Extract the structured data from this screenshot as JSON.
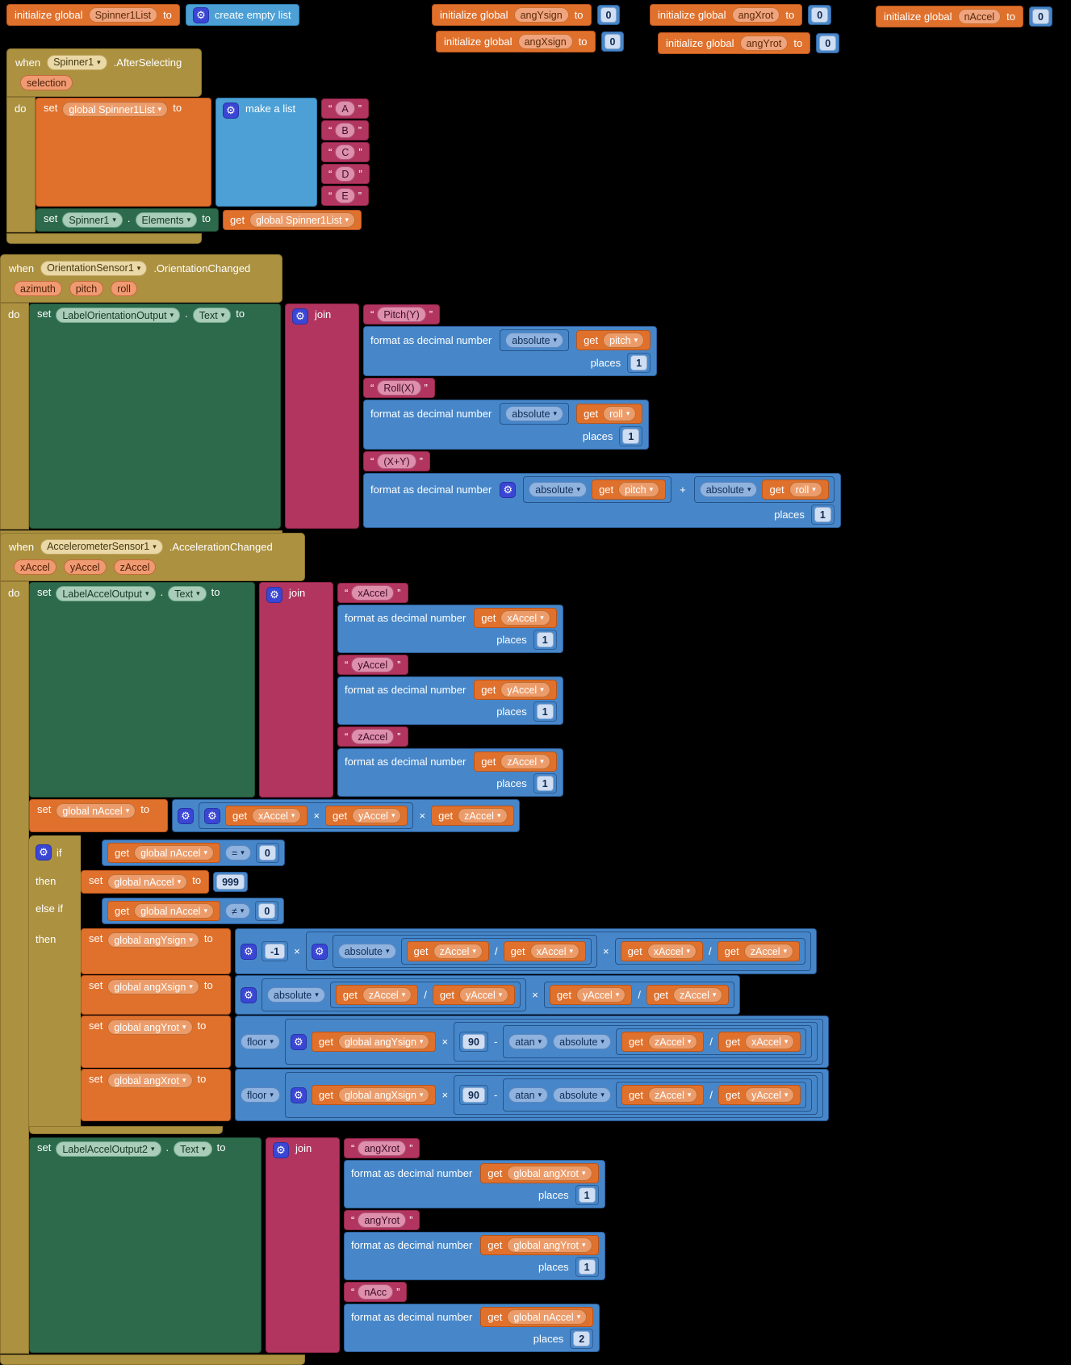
{
  "labels": {
    "initialize_global": "initialize global",
    "to": "to",
    "set": "set",
    "get": "get",
    "when": "when",
    "do": "do",
    "if": "if",
    "then": "then",
    "else_if": "else if",
    "join": "join",
    "make_a_list": "make a list",
    "create_empty_list": "create empty list",
    "format": "format as decimal number",
    "places": "places",
    "absolute": "absolute",
    "floor": "floor",
    "atan": "atan",
    "mul": "×",
    "div": "/",
    "plus": "+",
    "minus": "-",
    "eq": "=",
    "neq": "≠",
    "dot": ".",
    "gear": "⚙",
    "dd": "▾",
    "quote_open": "“",
    "quote_close": "”"
  },
  "colors": {
    "canvas": "#000000",
    "event_gold": "#AC9140",
    "variable_orange": "#E0712D",
    "setter_green": "#2D6A4B",
    "text_magenta": "#B23560",
    "math_blue": "#4787C9",
    "list_cyan": "#4CA0D5",
    "gear_indigo": "#3A46D4"
  },
  "init": {
    "spinner_list": {
      "name": "Spinner1List"
    },
    "angYsign": {
      "name": "angYsign",
      "value": "0"
    },
    "angXrot": {
      "name": "angXrot",
      "value": "0"
    },
    "nAccel": {
      "name": "nAccel",
      "value": "0"
    },
    "angXsign": {
      "name": "angXsign",
      "value": "0"
    },
    "angYrot": {
      "name": "angYrot",
      "value": "0"
    }
  },
  "spinner": {
    "component": "Spinner1",
    "event": ".AfterSelecting",
    "param": "selection",
    "set_var": "global Spinner1List",
    "list_items": [
      "A",
      "B",
      "C",
      "D",
      "E"
    ],
    "elements_component": "Spinner1",
    "elements_prop": "Elements",
    "get_var": "global Spinner1List"
  },
  "orientation": {
    "component": "OrientationSensor1",
    "event": ".OrientationChanged",
    "params": [
      "azimuth",
      "pitch",
      "roll"
    ],
    "target_component": "LabelOrientationOutput",
    "target_prop": "Text",
    "join": {
      "text1": "Pitch(Y)",
      "fmt1_var": "pitch",
      "fmt1_places": "1",
      "text2": "Roll(X)",
      "fmt2_var": "roll",
      "fmt2_places": "1",
      "text3": "(X+Y)",
      "fmt3_var1": "pitch",
      "fmt3_var2": "roll",
      "fmt3_places": "1"
    }
  },
  "accel": {
    "component": "AccelerometerSensor1",
    "event": ".AccelerationChanged",
    "params": [
      "xAccel",
      "yAccel",
      "zAccel"
    ],
    "out1_component": "LabelAccelOutput",
    "out1_prop": "Text",
    "out1": {
      "text1": "xAccel",
      "fmt1_var": "xAccel",
      "fmt1_places": "1",
      "text2": "yAccel",
      "fmt2_var": "yAccel",
      "fmt2_places": "1",
      "text3": "zAccel",
      "fmt3_var": "zAccel",
      "fmt3_places": "1"
    },
    "naccel": {
      "var": "global nAccel",
      "a": "xAccel",
      "b": "yAccel",
      "c": "zAccel"
    },
    "cond1": {
      "var": "global nAccel",
      "num": "0"
    },
    "then1": {
      "var": "global nAccel",
      "num": "999"
    },
    "cond2": {
      "var": "global nAccel",
      "num": "0"
    },
    "angYsign": {
      "var": "global angYsign",
      "neg": "-1",
      "d1a": "zAccel",
      "d1b": "xAccel",
      "d2a": "xAccel",
      "d2b": "zAccel"
    },
    "angXsign": {
      "var": "global angXsign",
      "d1a": "zAccel",
      "d1b": "yAccel",
      "d2a": "yAccel",
      "d2b": "zAccel"
    },
    "angYrot": {
      "var": "global angYrot",
      "sign": "global angYsign",
      "num": "90",
      "da": "zAccel",
      "db": "xAccel"
    },
    "angXrot": {
      "var": "global angXrot",
      "sign": "global angXsign",
      "num": "90",
      "da": "zAccel",
      "db": "yAccel"
    },
    "out2_component": "LabelAccelOutput2",
    "out2_prop": "Text",
    "out2": {
      "text1": "angXrot",
      "fmt1_var": "global angXrot",
      "fmt1_places": "1",
      "text2": "angYrot",
      "fmt2_var": "global angYrot",
      "fmt2_places": "1",
      "text3": "nAcc",
      "fmt3_var": "global nAccel",
      "fmt3_places": "2"
    }
  }
}
